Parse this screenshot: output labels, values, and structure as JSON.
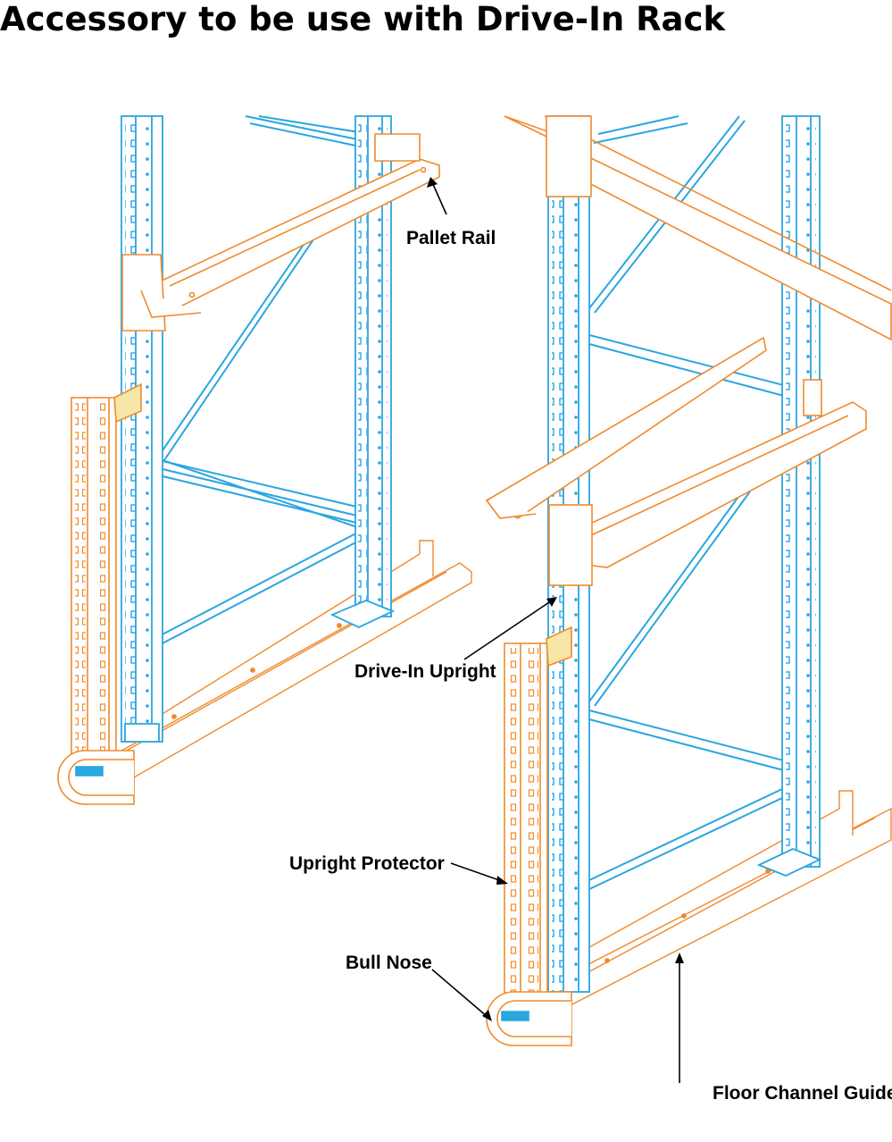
{
  "title": "Accessory to be use with Drive-In Rack",
  "labels": {
    "pallet_rail": "Pallet Rail",
    "drive_in_upright": "Drive-In Upright",
    "upright_protector": "Upright Protector",
    "bull_nose": "Bull Nose",
    "floor_channel_guide": "Floor Channel Guide"
  },
  "colors": {
    "upright": "#2aa6e0",
    "accessory": "#f08a2c",
    "accessory_fill": "#fdecd8",
    "connector": "#f6e6a8",
    "ink": "#000000"
  }
}
